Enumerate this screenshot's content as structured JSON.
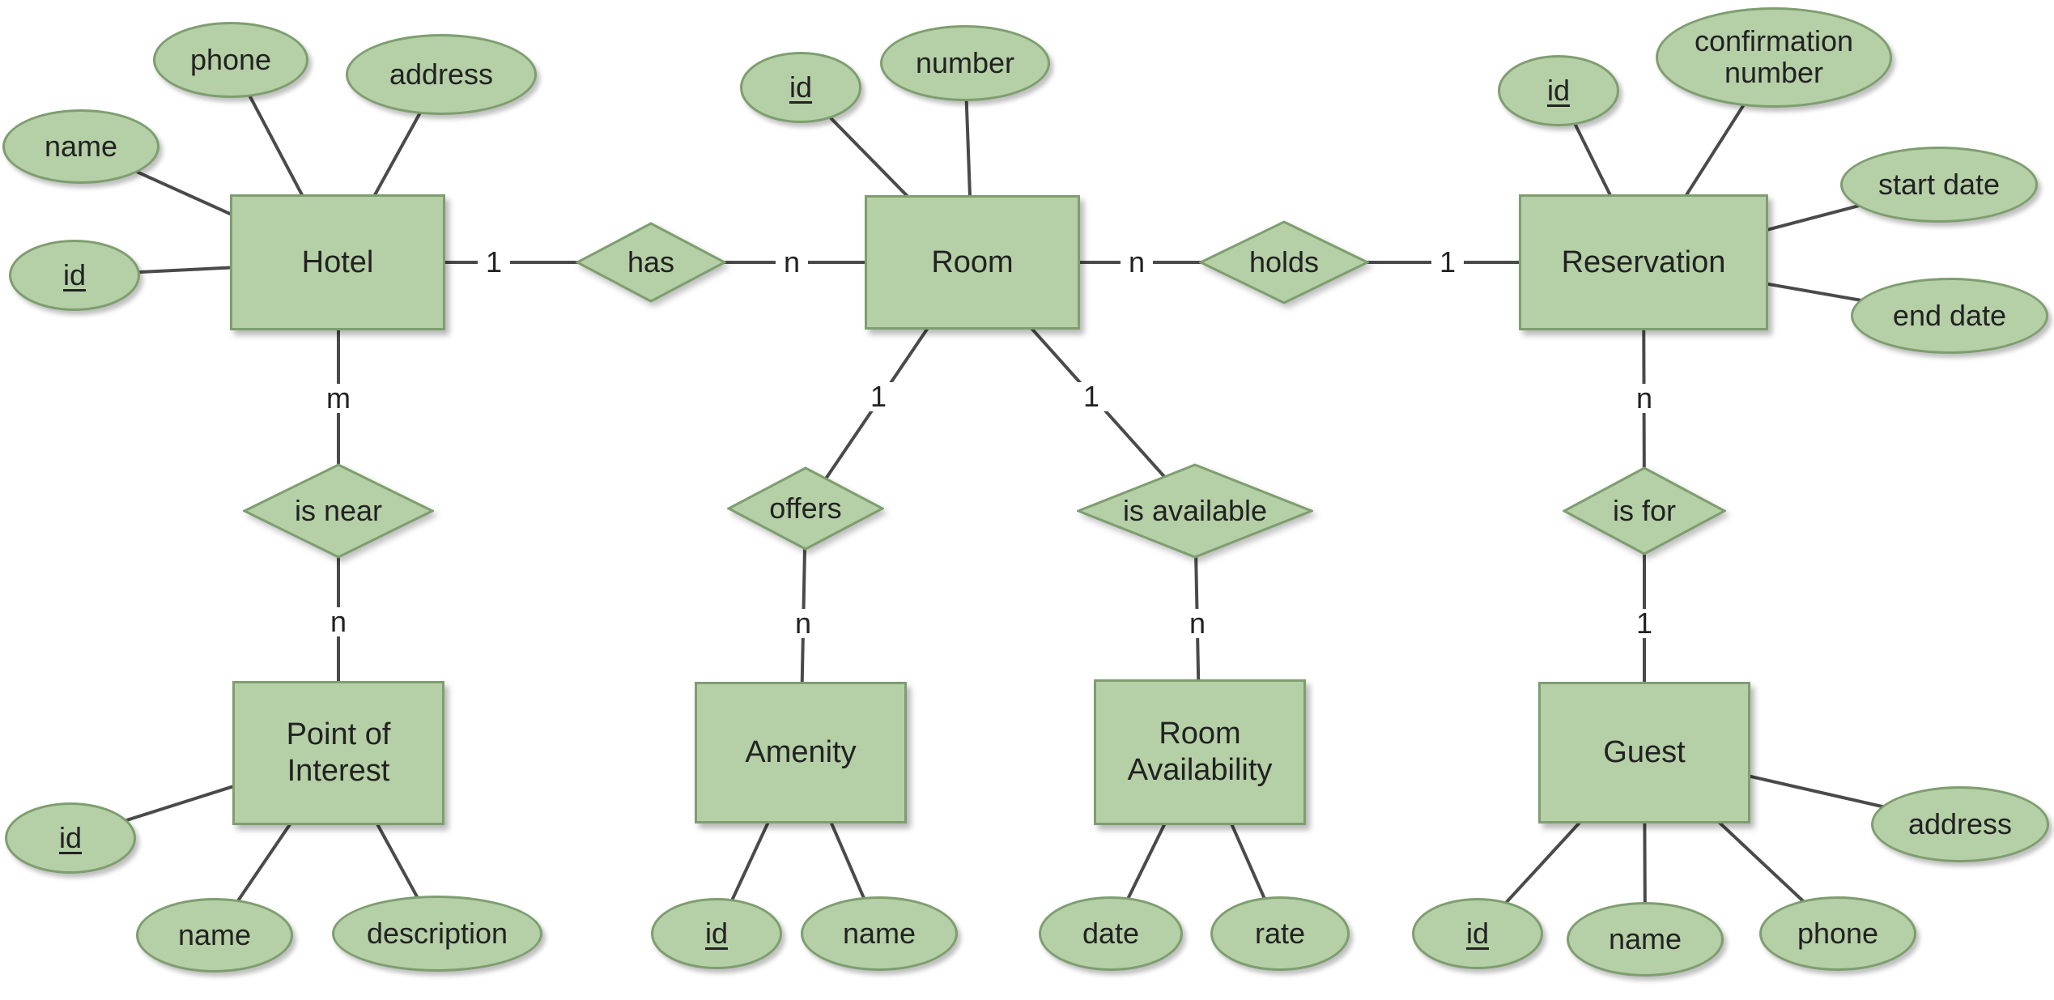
{
  "colors": {
    "shape_fill": "#b5cfa6",
    "shape_border": "#7e9e6f",
    "connector": "#4a4a4a",
    "text": "#222222",
    "background": "#ffffff"
  },
  "entities": {
    "hotel": {
      "label": "Hotel"
    },
    "room": {
      "label": "Room"
    },
    "reservation": {
      "label": "Reservation"
    },
    "point_of_interest": {
      "label": "Point of Interest"
    },
    "amenity": {
      "label": "Amenity"
    },
    "room_availability": {
      "label": "Room Availability"
    },
    "guest": {
      "label": "Guest"
    }
  },
  "attributes": {
    "hotel_name": {
      "label": "name",
      "is_key": false,
      "entity": "hotel"
    },
    "hotel_phone": {
      "label": "phone",
      "is_key": false,
      "entity": "hotel"
    },
    "hotel_address": {
      "label": "address",
      "is_key": false,
      "entity": "hotel"
    },
    "hotel_id": {
      "label": "id",
      "is_key": true,
      "entity": "hotel"
    },
    "room_id": {
      "label": "id",
      "is_key": true,
      "entity": "room"
    },
    "room_number": {
      "label": "number",
      "is_key": false,
      "entity": "room"
    },
    "reservation_id": {
      "label": "id",
      "is_key": true,
      "entity": "reservation"
    },
    "reservation_confirmation_number": {
      "label": "confirmation number",
      "is_key": false,
      "entity": "reservation"
    },
    "reservation_start_date": {
      "label": "start date",
      "is_key": false,
      "entity": "reservation"
    },
    "reservation_end_date": {
      "label": "end date",
      "is_key": false,
      "entity": "reservation"
    },
    "poi_id": {
      "label": "id",
      "is_key": true,
      "entity": "point_of_interest"
    },
    "poi_name": {
      "label": "name",
      "is_key": false,
      "entity": "point_of_interest"
    },
    "poi_description": {
      "label": "description",
      "is_key": false,
      "entity": "point_of_interest"
    },
    "amenity_id": {
      "label": "id",
      "is_key": true,
      "entity": "amenity"
    },
    "amenity_name": {
      "label": "name",
      "is_key": false,
      "entity": "amenity"
    },
    "room_availability_date": {
      "label": "date",
      "is_key": false,
      "entity": "room_availability"
    },
    "room_availability_rate": {
      "label": "rate",
      "is_key": false,
      "entity": "room_availability"
    },
    "guest_id": {
      "label": "id",
      "is_key": true,
      "entity": "guest"
    },
    "guest_name": {
      "label": "name",
      "is_key": false,
      "entity": "guest"
    },
    "guest_phone": {
      "label": "phone",
      "is_key": false,
      "entity": "guest"
    },
    "guest_address": {
      "label": "address",
      "is_key": false,
      "entity": "guest"
    }
  },
  "relationships": {
    "has": {
      "label": "has",
      "from": "hotel",
      "to": "room",
      "from_cardinality": "1",
      "to_cardinality": "n"
    },
    "holds": {
      "label": "holds",
      "from": "room",
      "to": "reservation",
      "from_cardinality": "n",
      "to_cardinality": "1"
    },
    "is_near": {
      "label": "is near",
      "from": "hotel",
      "to": "point_of_interest",
      "from_cardinality": "m",
      "to_cardinality": "n"
    },
    "offers": {
      "label": "offers",
      "from": "room",
      "to": "amenity",
      "from_cardinality": "1",
      "to_cardinality": "n"
    },
    "is_available": {
      "label": "is available",
      "from": "room",
      "to": "room_availability",
      "from_cardinality": "1",
      "to_cardinality": "n"
    },
    "is_for": {
      "label": "is for",
      "from": "reservation",
      "to": "guest",
      "from_cardinality": "n",
      "to_cardinality": "1"
    }
  }
}
